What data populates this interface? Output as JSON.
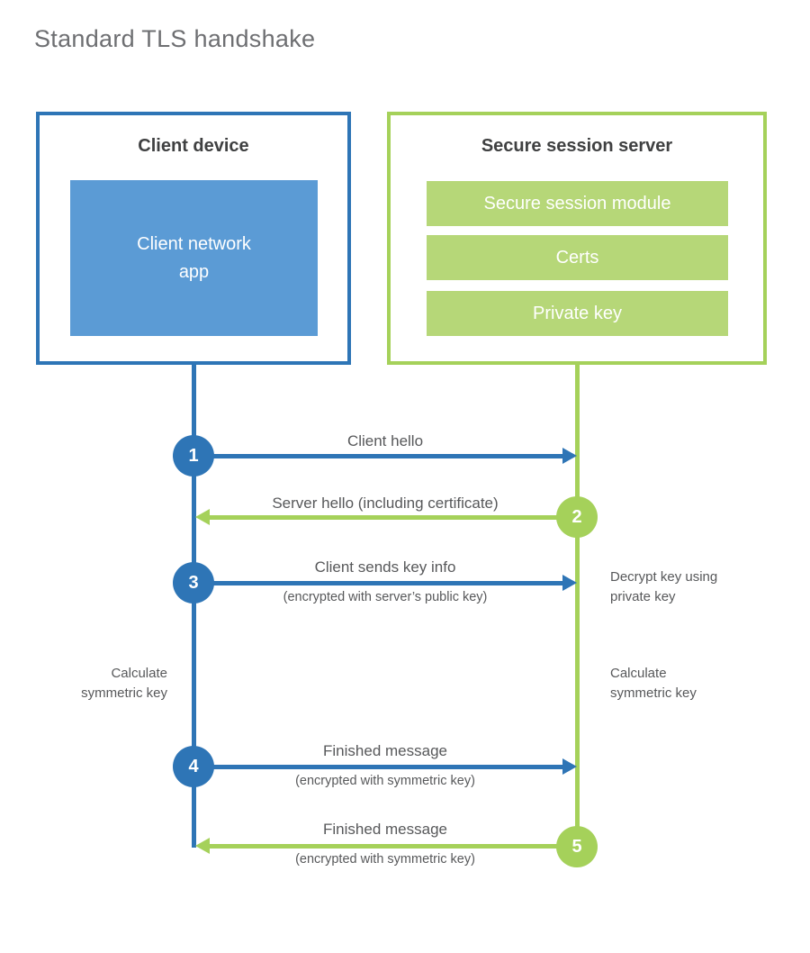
{
  "title": "Standard TLS handshake",
  "colors": {
    "blue_dark": "#2e75b6",
    "blue_light": "#5b9bd5",
    "green_main": "#a5d15a",
    "green_light": "#b6d778",
    "text_dark": "#3f4041",
    "text_gray": "#57585a"
  },
  "client": {
    "title": "Client device",
    "module_label": "Client network\napp"
  },
  "server": {
    "title": "Secure session server",
    "modules": [
      "Secure session module",
      "Certs",
      "Private key"
    ]
  },
  "steps": [
    {
      "num": "1",
      "actor": "client",
      "direction": "right",
      "label": "Client hello",
      "sublabel": ""
    },
    {
      "num": "2",
      "actor": "server",
      "direction": "left",
      "label": "Server hello (including certificate)",
      "sublabel": ""
    },
    {
      "num": "3",
      "actor": "client",
      "direction": "right",
      "label": "Client sends key info",
      "sublabel": "(encrypted with server’s public key)"
    },
    {
      "num": "4",
      "actor": "client",
      "direction": "right",
      "label": "Finished message",
      "sublabel": "(encrypted with symmetric key)"
    },
    {
      "num": "5",
      "actor": "server",
      "direction": "left",
      "label": "Finished message",
      "sublabel": "(encrypted with symmetric key)"
    }
  ],
  "side_notes": {
    "decrypt_key": "Decrypt key using\nprivate key",
    "calculate_left": "Calculate\nsymmetric key",
    "calculate_right": "Calculate\nsymmetric key"
  }
}
